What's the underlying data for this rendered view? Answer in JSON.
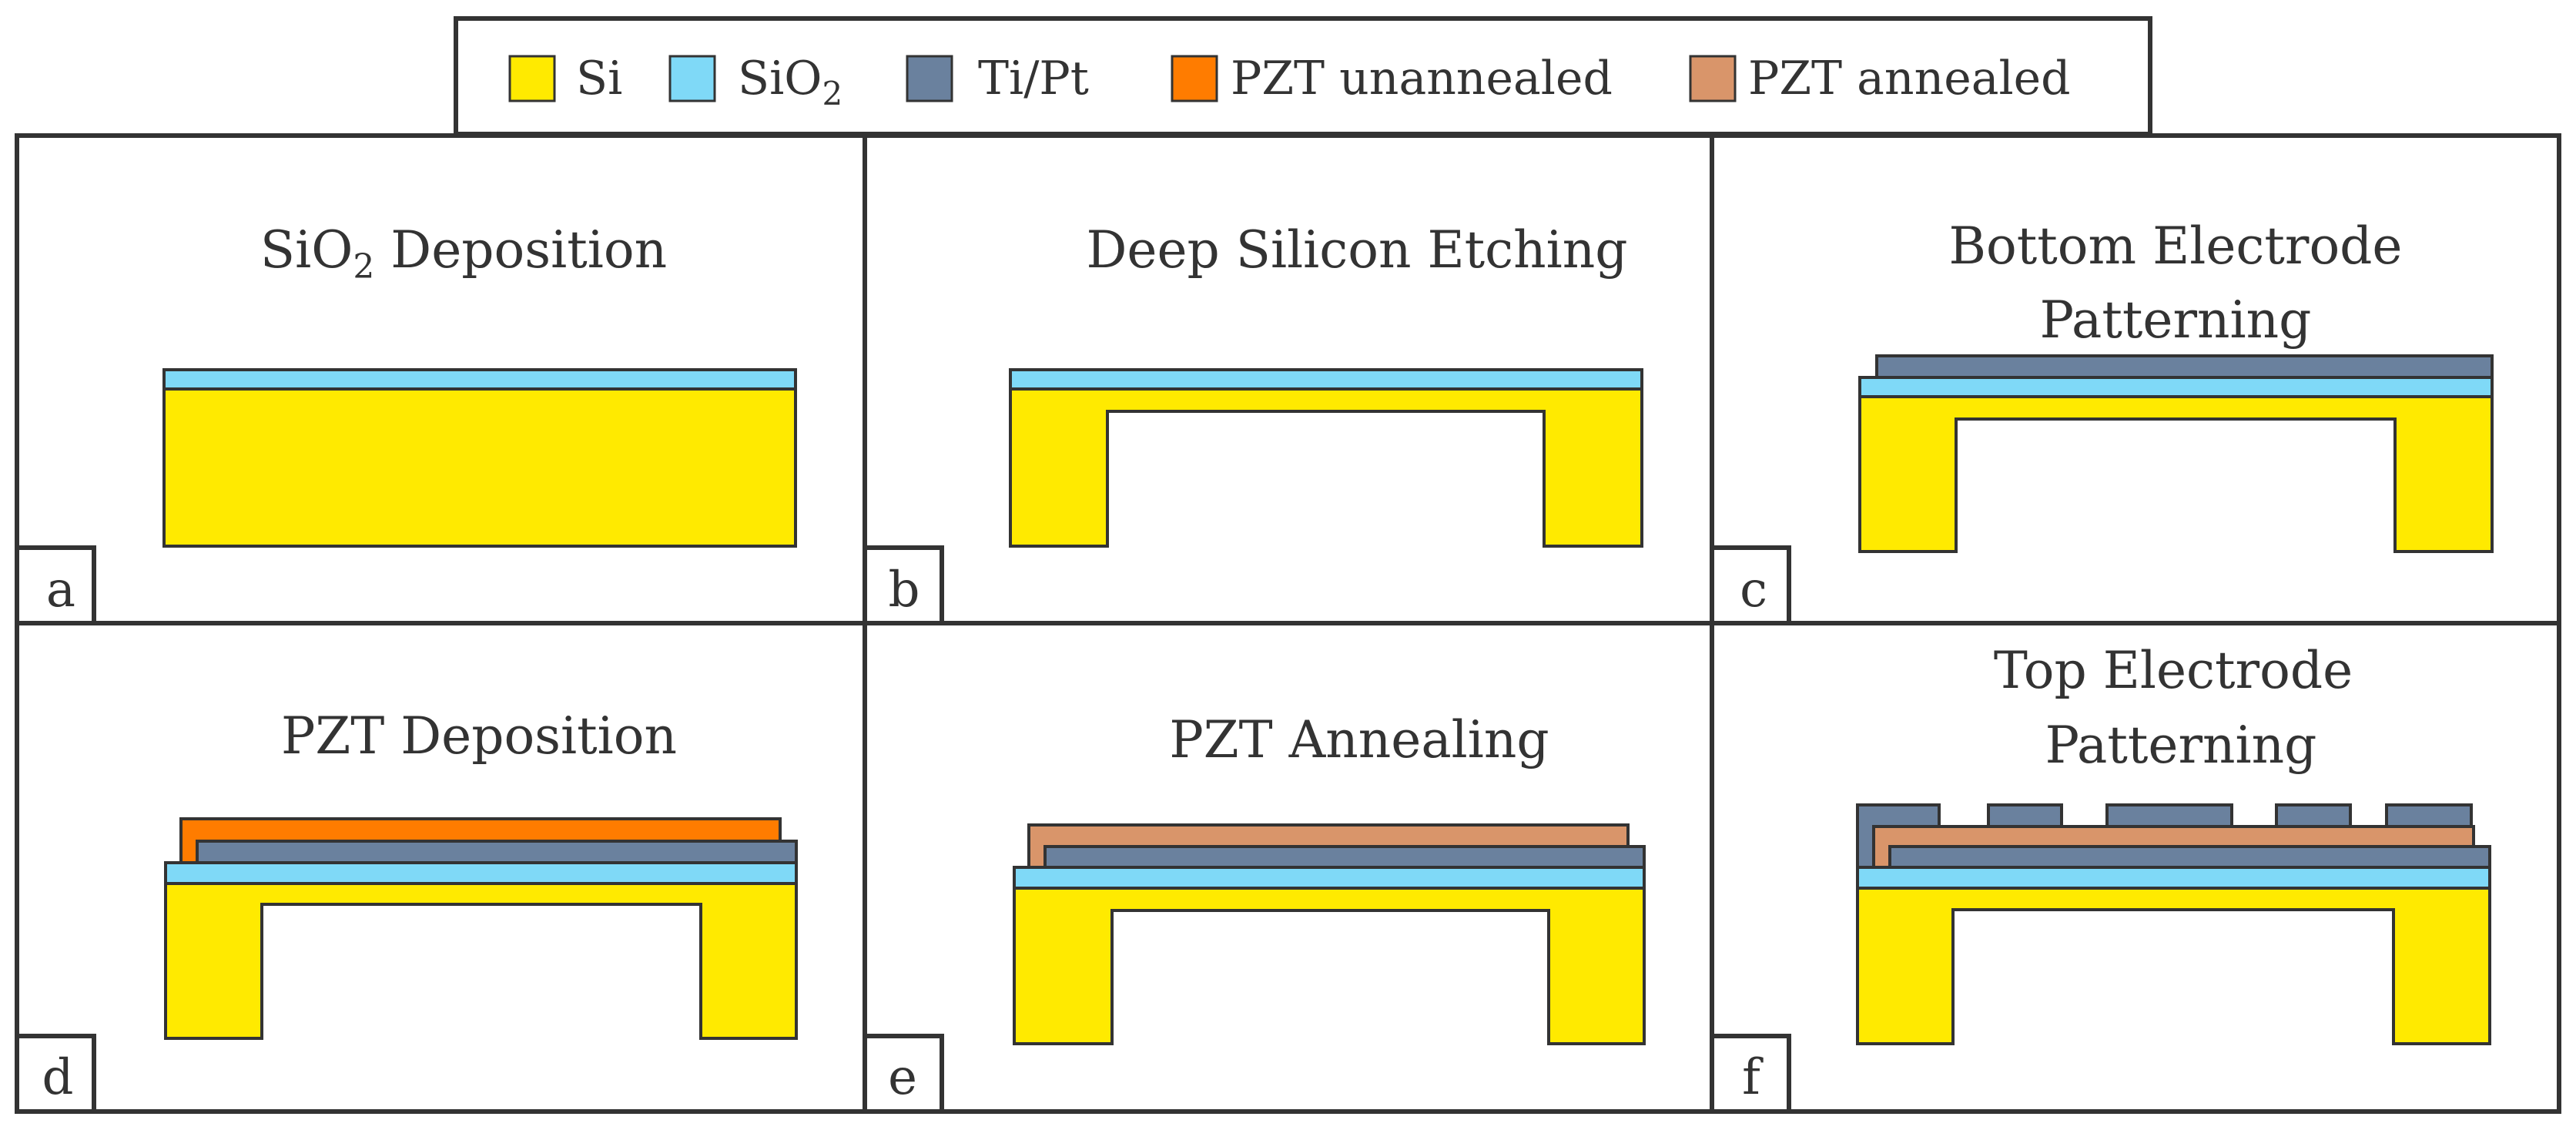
{
  "legend": {
    "items": [
      {
        "label": "Si",
        "sub": "",
        "color": "#ffea00"
      },
      {
        "label": "SiO",
        "sub": "2",
        "color": "#7fd9f7"
      },
      {
        "label": "Ti/Pt",
        "sub": "",
        "color": "#6a819e"
      },
      {
        "label": "PZT unannealed",
        "sub": "",
        "color": "#ff7c00"
      },
      {
        "label": "PZT annealed",
        "sub": "",
        "color": "#d9956a"
      }
    ]
  },
  "panels": [
    {
      "letter": "a",
      "title": [
        "SiO|2| Deposition"
      ]
    },
    {
      "letter": "b",
      "title": [
        "Deep Silicon Etching"
      ]
    },
    {
      "letter": "c",
      "title": [
        "Bottom Electrode",
        "Patterning"
      ]
    },
    {
      "letter": "d",
      "title": [
        "PZT Deposition"
      ]
    },
    {
      "letter": "e",
      "title": [
        "PZT Annealing"
      ]
    },
    {
      "letter": "f",
      "title": [
        "Top Electrode",
        "Patterning"
      ]
    }
  ]
}
